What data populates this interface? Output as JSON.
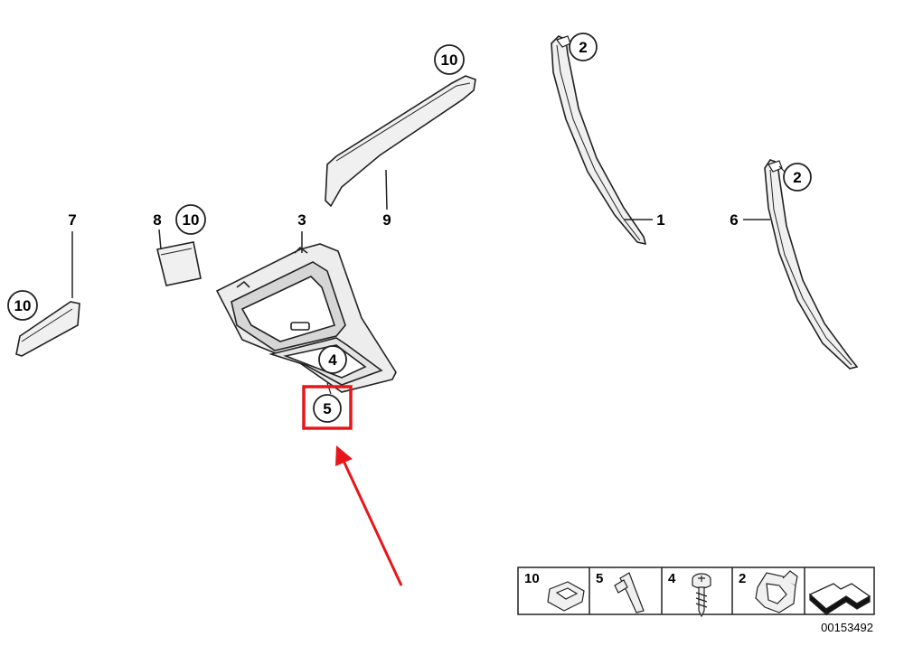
{
  "diagram": {
    "callouts": {
      "c10_top": "10",
      "c2_top": "2",
      "c2_right": "2",
      "c10_mid": "10",
      "c10_left": "10",
      "c4": "4",
      "c5": "5"
    },
    "labels": {
      "l7": "7",
      "l8": "8",
      "l3": "3",
      "l9": "9",
      "l1": "1",
      "l6": "6"
    },
    "legend": {
      "cells": [
        "10",
        "5",
        "4",
        "2"
      ]
    },
    "part_code": "00153492",
    "colors": {
      "highlight": "#e8161b",
      "line": "#222222",
      "part_fill": "#f0f0f0"
    }
  }
}
